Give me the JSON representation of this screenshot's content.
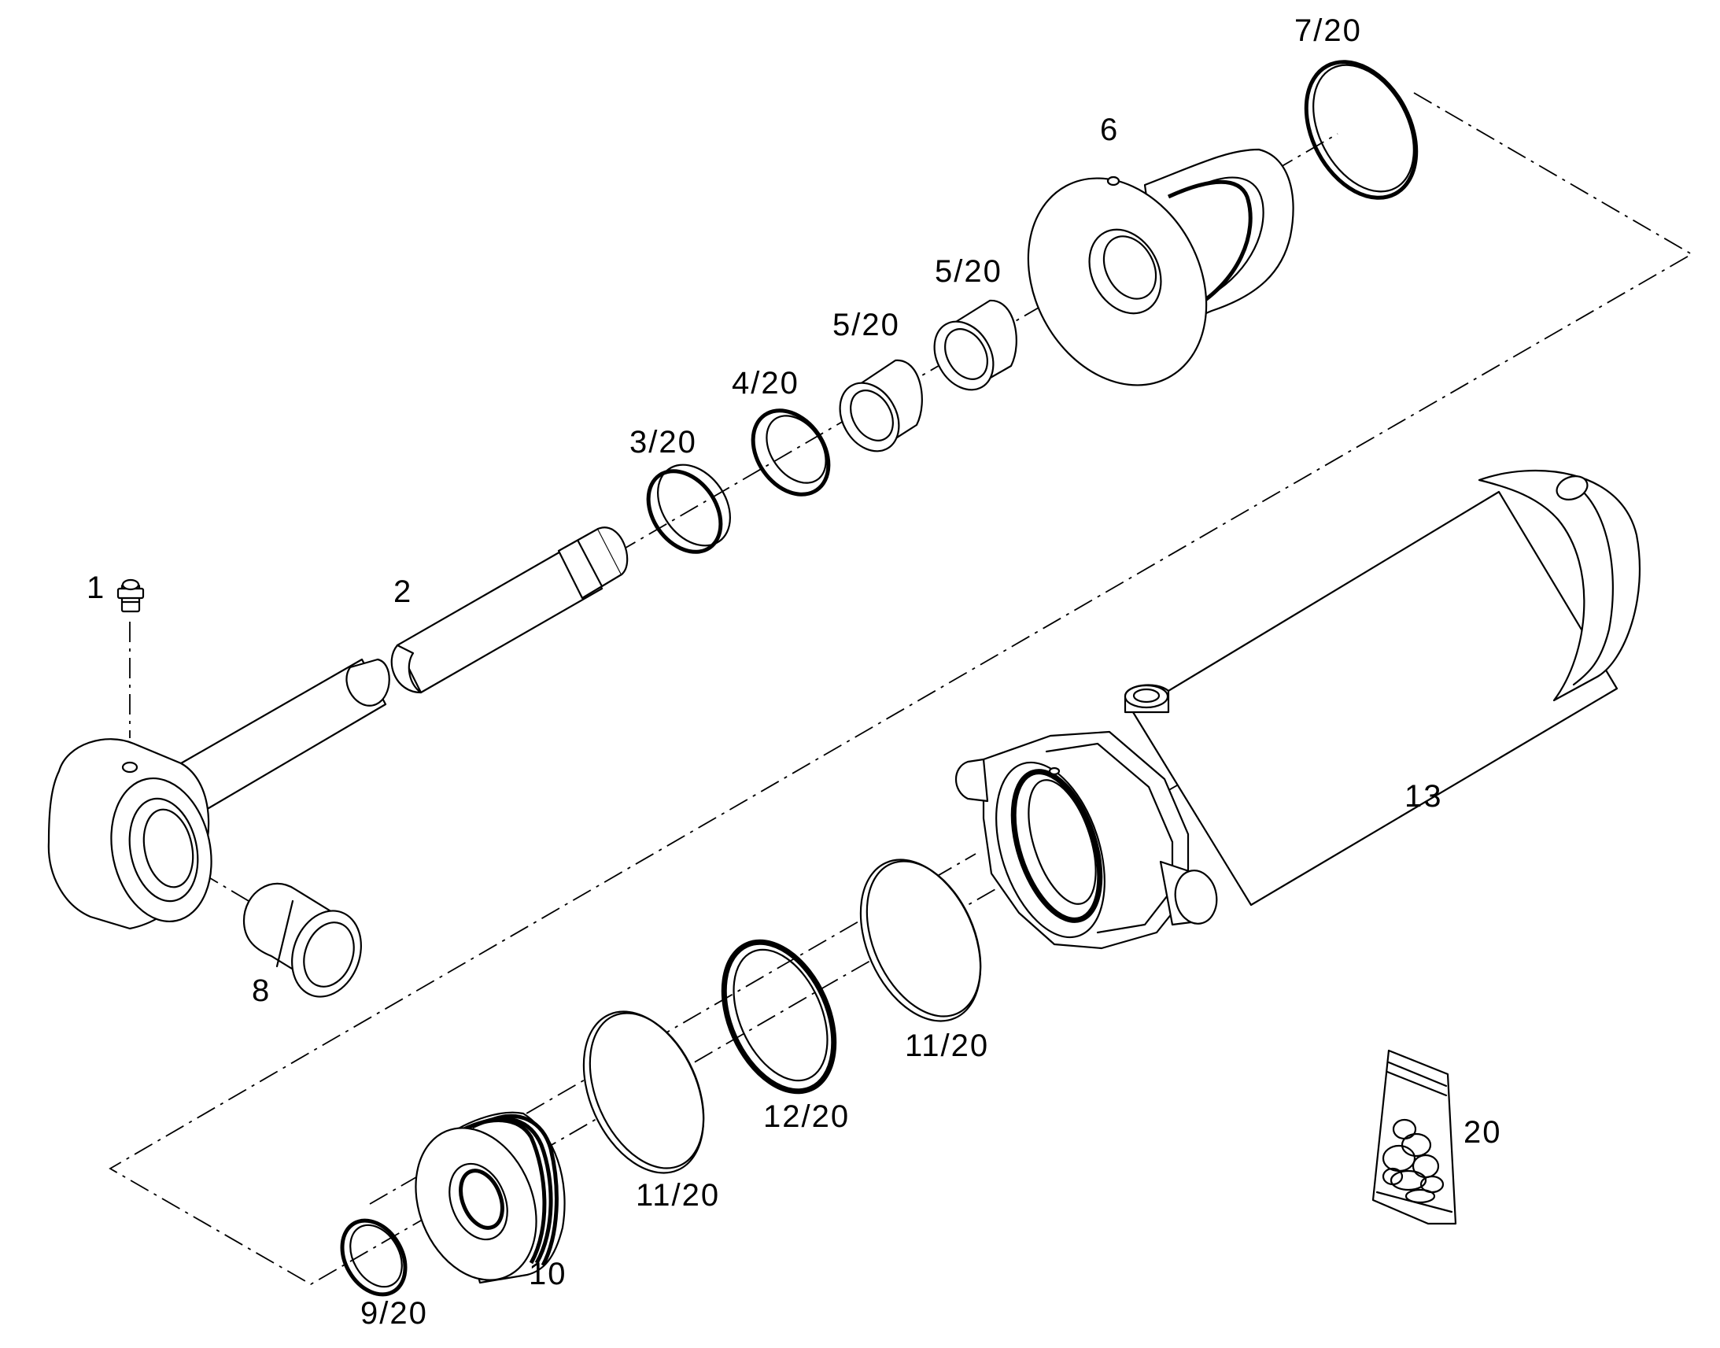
{
  "colors": {
    "background": "#ffffff",
    "line": "#000000"
  },
  "callouts": {
    "c1": "1",
    "c2": "2",
    "c3": "3/20",
    "c4": "4/20",
    "c5a": "5/20",
    "c5b": "5/20",
    "c6": "6",
    "c7": "7/20",
    "c8": "8",
    "c9": "9/20",
    "c10": "10",
    "c11a": "11/20",
    "c11b": "11/20",
    "c12": "12/20",
    "c13": "13",
    "c20": "20"
  }
}
